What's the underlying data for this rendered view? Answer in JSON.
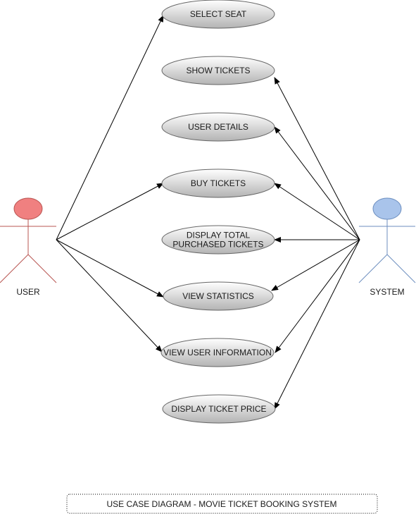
{
  "actors": {
    "user": {
      "label": "USER",
      "fill": "#f08080",
      "stroke": "#b85450"
    },
    "system": {
      "label": "SYSTEM",
      "fill": "#a9c4eb",
      "stroke": "#6c8ebf"
    }
  },
  "use_cases": [
    {
      "id": "select-seat",
      "lines": [
        "SELECT SEAT"
      ]
    },
    {
      "id": "show-tickets",
      "lines": [
        "SHOW TICKETS"
      ]
    },
    {
      "id": "user-details",
      "lines": [
        "USER DETAILS"
      ]
    },
    {
      "id": "buy-tickets",
      "lines": [
        "BUY TICKETS"
      ]
    },
    {
      "id": "display-total-purchased-tickets",
      "lines": [
        "DISPLAY TOTAL",
        "PURCHASED TICKETS"
      ]
    },
    {
      "id": "view-statistics",
      "lines": [
        "VIEW STATISTICS"
      ]
    },
    {
      "id": "view-user-information",
      "lines": [
        "VIEW USER INFORMATION"
      ]
    },
    {
      "id": "display-ticket-price",
      "lines": [
        "DISPLAY TICKET PRICE"
      ]
    }
  ],
  "associations": [
    {
      "from": "user",
      "to": "select-seat"
    },
    {
      "from": "user",
      "to": "buy-tickets"
    },
    {
      "from": "user",
      "to": "view-statistics"
    },
    {
      "from": "user",
      "to": "view-user-information"
    },
    {
      "from": "system",
      "to": "show-tickets"
    },
    {
      "from": "system",
      "to": "user-details"
    },
    {
      "from": "system",
      "to": "buy-tickets"
    },
    {
      "from": "system",
      "to": "display-total-purchased-tickets"
    },
    {
      "from": "system",
      "to": "view-statistics"
    },
    {
      "from": "system",
      "to": "view-user-information"
    },
    {
      "from": "system",
      "to": "display-ticket-price"
    }
  ],
  "caption": "USE CASE DIAGRAM - MOVIE TICKET BOOKING SYSTEM",
  "colors": {
    "ellipse_top": "#ffffff",
    "ellipse_bottom": "#b3b3b3",
    "ellipse_stroke": "#666666",
    "line": "#000000"
  }
}
